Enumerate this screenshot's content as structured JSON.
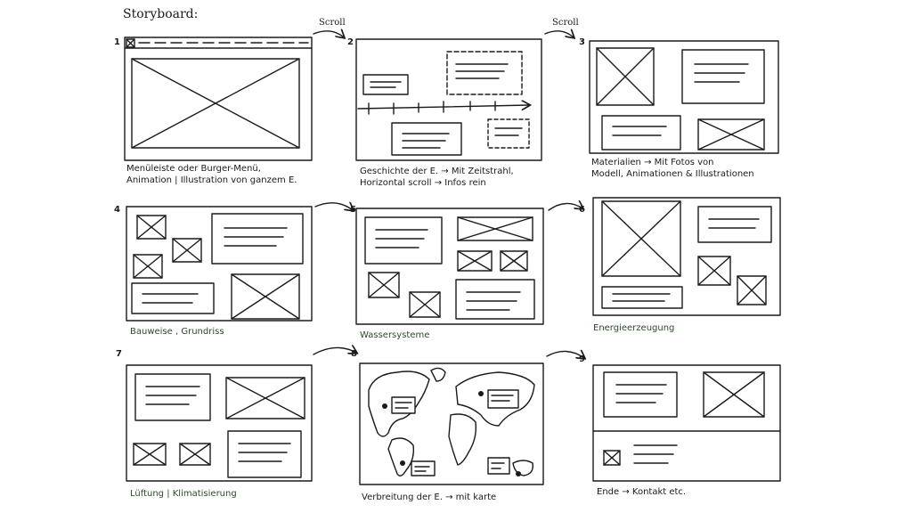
{
  "title": "Storyboard:",
  "scroll_labels": [
    "Scroll",
    "Scroll"
  ],
  "frames": [
    {
      "number": "1",
      "caption": [
        "Menüleiste oder Burger-Menü,",
        "Animation | Illustration von ganzem E."
      ]
    },
    {
      "number": "2",
      "caption": [
        "Geschichte der E. → Mit Zeitstrahl,",
        "Horizontal scroll → Infos rein"
      ]
    },
    {
      "number": "3",
      "caption": [
        "Materialien → Mit Fotos von",
        "Modell, Animationen & Illustrationen"
      ]
    },
    {
      "number": "4",
      "caption": [
        "Bauweise , Grundriss"
      ]
    },
    {
      "number": "5",
      "caption": [
        "Wassersysteme"
      ]
    },
    {
      "number": "6",
      "caption": [
        "Energieerzeugung"
      ]
    },
    {
      "number": "7",
      "caption": [
        "Lüftung | Klimatisierung"
      ]
    },
    {
      "number": "8",
      "caption": [
        "Verbreitung der E. → mit karte"
      ]
    },
    {
      "number": "9",
      "caption": [
        "Ende → Kontakt etc."
      ]
    }
  ]
}
